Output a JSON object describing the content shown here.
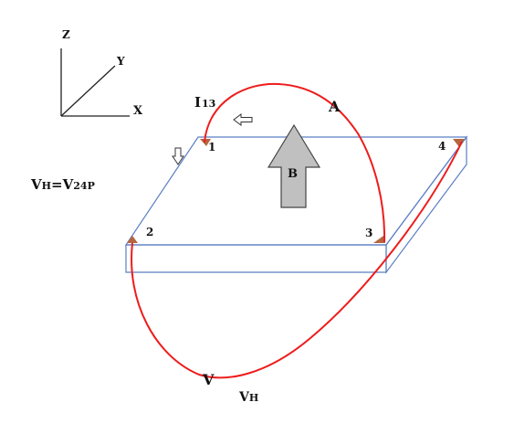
{
  "axes": {
    "z_label": "Z",
    "y_label": "Y",
    "x_label": "X"
  },
  "labels": {
    "current_main": "I",
    "current_sub": "13",
    "ammeter": "A",
    "field": "B",
    "hall_eq_main_left": "V",
    "hall_eq_sub_left": "H",
    "hall_eq_mid": "=V",
    "hall_eq_sub_right": "24P",
    "voltmeter": "V",
    "hall_voltage_main": "V",
    "hall_voltage_sub": "H"
  },
  "corners": {
    "c1": "1",
    "c2": "2",
    "c3": "3",
    "c4": "4"
  },
  "colors": {
    "wire": "#ee1c1c",
    "plate_edge": "#5b7fc4",
    "field_arrow_fill": "#c0c0c0",
    "field_arrow_stroke": "#444444",
    "contact": "#b5653f",
    "axis": "#222222"
  }
}
